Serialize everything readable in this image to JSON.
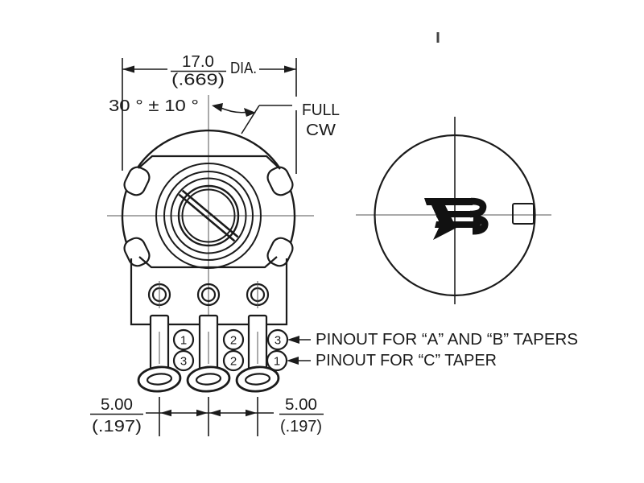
{
  "drawing": {
    "type": "potentiometer dimensional drawing",
    "colors": {
      "ink": "#1b1b1b",
      "centerline": "#555555",
      "background": "#ffffff"
    },
    "front_view": {
      "dim_diameter": {
        "mm": "17.0",
        "inch": "(.669)",
        "label": "DIA."
      },
      "dim_rotation_angle": "30 ° ± 10 °",
      "full_cw": {
        "line1": "FULL",
        "line2": "CW"
      },
      "pins": {
        "top_row": [
          "1",
          "2",
          "3"
        ],
        "bottom_row": [
          "3",
          "2",
          "1"
        ]
      },
      "pinout_labels": {
        "a_b": "PINOUT FOR “A” AND “B” TAPERS",
        "c": "PINOUT FOR “C” TAPER"
      },
      "dim_pin_pitch_left": {
        "mm": "5.00",
        "inch": "(.197)"
      },
      "dim_pin_pitch_right": {
        "mm": "5.00",
        "inch": "(.197)"
      }
    },
    "knob_view": {
      "logo": "B"
    }
  }
}
